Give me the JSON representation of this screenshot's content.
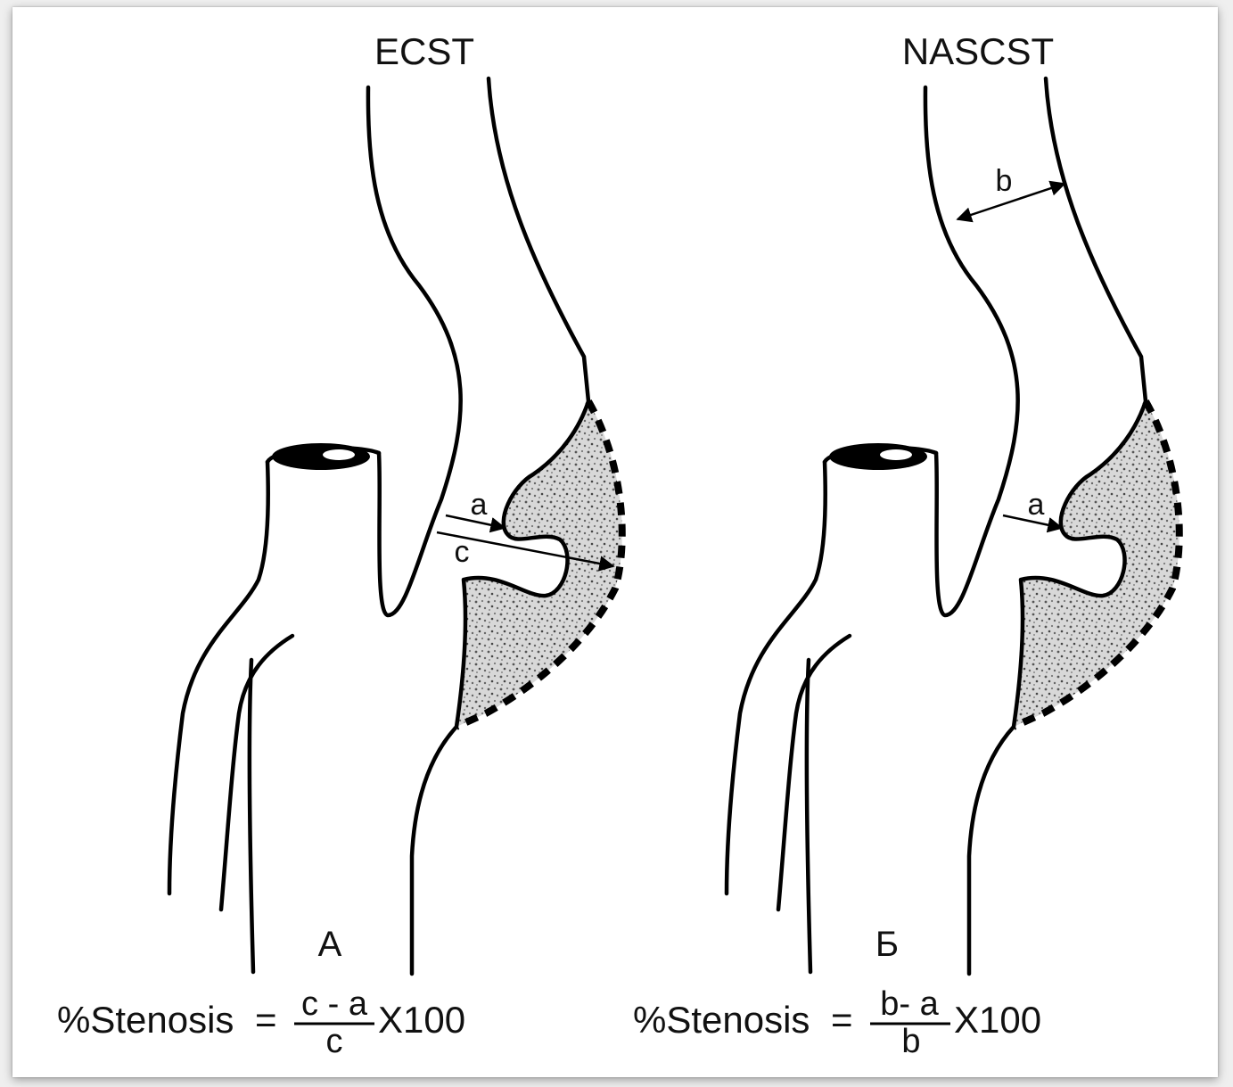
{
  "panels": [
    {
      "key": "ecst",
      "title": "ECST",
      "panel_letter": "A",
      "measure_labels": [
        "a",
        "c"
      ],
      "formula": {
        "prefix": "%Stenosis",
        "equals": "=",
        "numerator": "c - a",
        "denominator": "c",
        "suffix": "X100"
      }
    },
    {
      "key": "nascst",
      "title": "NASCST",
      "panel_letter": "Б",
      "measure_labels": [
        "b",
        "a"
      ],
      "formula": {
        "prefix": "%Stenosis",
        "equals": "=",
        "numerator": "b- a",
        "denominator": "b",
        "suffix": "X100"
      }
    }
  ]
}
